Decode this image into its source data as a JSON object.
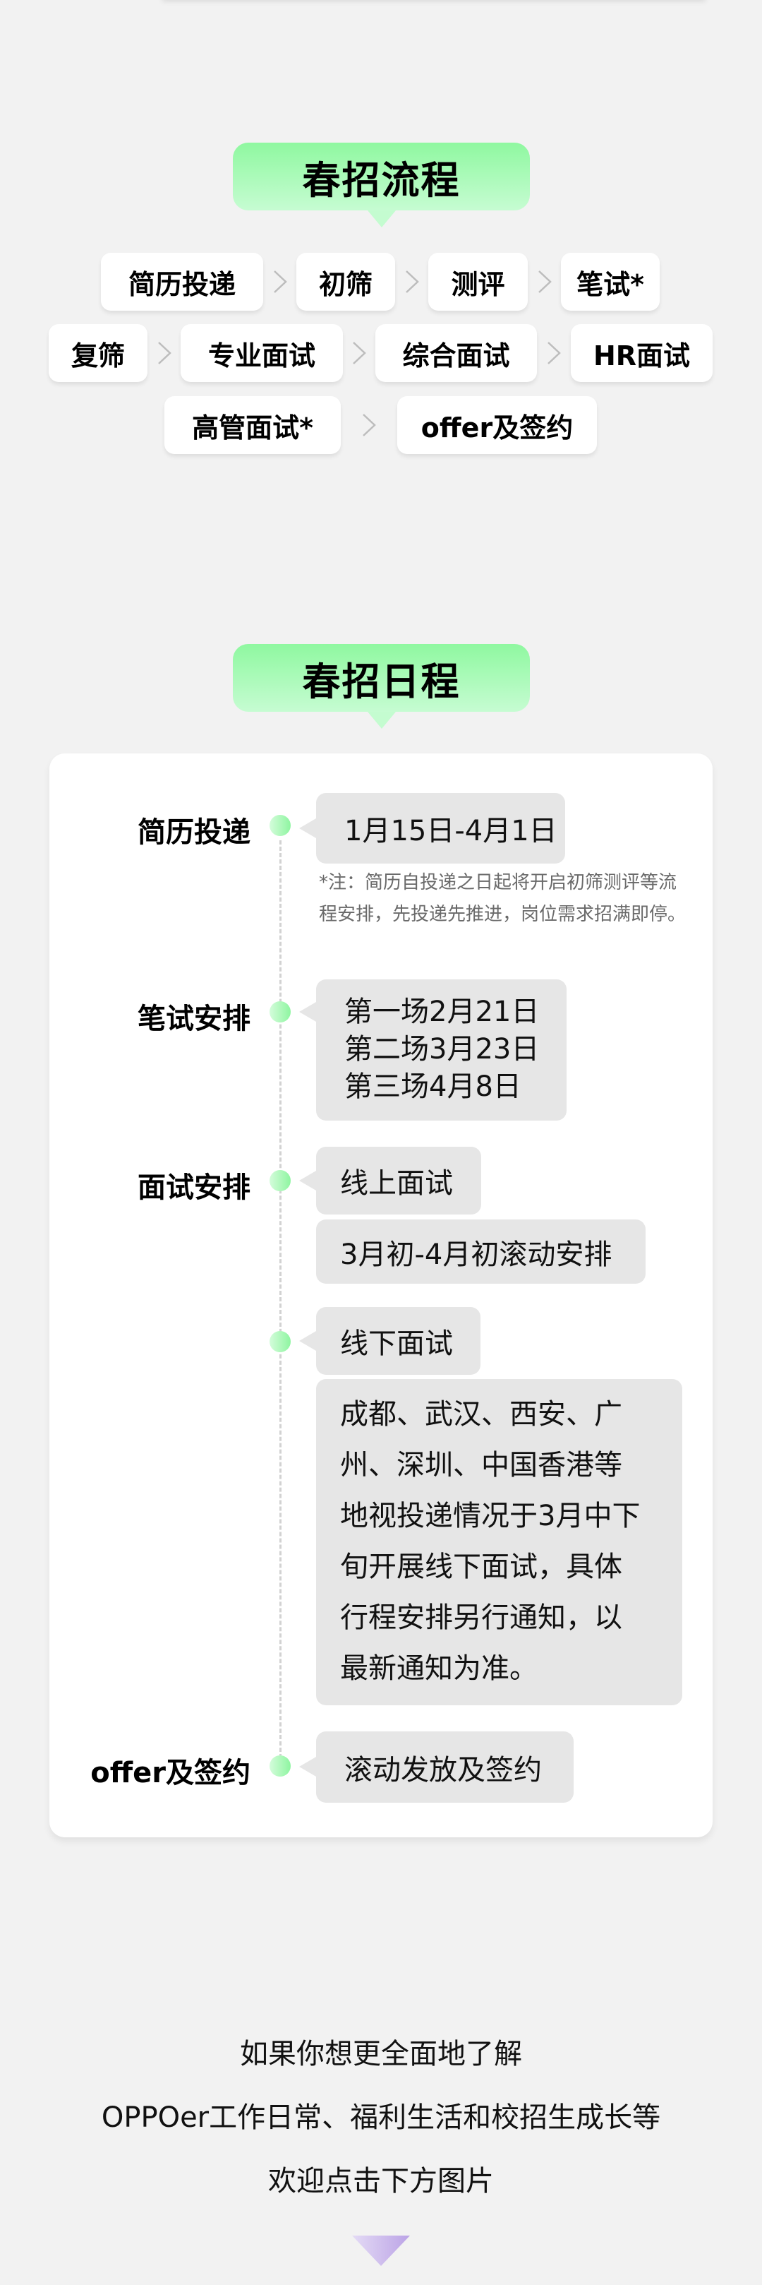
{
  "process": {
    "title": "春招流程",
    "steps": [
      "简历投递",
      "初筛",
      "测评",
      "笔试*",
      "复筛",
      "专业面试",
      "综合面试",
      "HR面试",
      "高管面试*",
      "offer及签约"
    ]
  },
  "schedule": {
    "title": "春招日程",
    "resume": {
      "label": "简历投递",
      "date": "1月15日-4月1日",
      "note": "*注：简历自投递之日起将开启初筛测评等流程安排，先投递先推进，岗位需求招满即停。"
    },
    "written": {
      "label": "笔试安排",
      "sessions": [
        "第一场2月21日",
        "第二场3月23日",
        "第三场4月8日"
      ]
    },
    "interview": {
      "label": "面试安排",
      "online_title": "线上面试",
      "online_time": "3月初-4月初滚动安排",
      "offline_title": "线下面试",
      "offline_lines": [
        "成都、武汉、西安、广",
        "州、深圳、中国香港等",
        "地视投递情况于3月中下",
        "旬开展线下面试，具体",
        "行程安排另行通知，以",
        "最新通知为准。"
      ]
    },
    "offer": {
      "label": "offer及签约",
      "detail": "滚动发放及签约"
    }
  },
  "footer": {
    "lines": [
      "如果你想更全面地了解",
      "OPPOer工作日常、福利生活和校招生成长等",
      "欢迎点击下方图片"
    ],
    "arrow_icon": "down-triangle-icon"
  },
  "colors": {
    "background": "#f2f2f2",
    "badge_top": "#8ff8a0",
    "badge_bottom": "#c6fcd2",
    "bubble": "#e6e6e6",
    "arrow_purple": "#c9b3ec"
  }
}
